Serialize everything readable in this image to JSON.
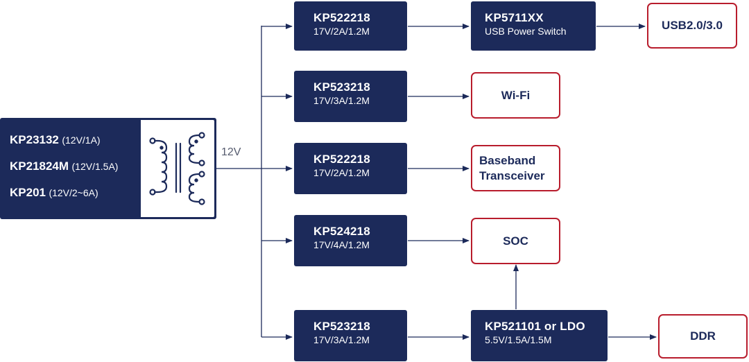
{
  "source": {
    "items": [
      {
        "name": "KP23132",
        "params": "(12V/1A)"
      },
      {
        "name": "KP21824M",
        "params": "(12V/1.5A)"
      },
      {
        "name": "KP201",
        "params": "(12V/2~6A)"
      }
    ]
  },
  "bus_label": "12V",
  "converters": [
    {
      "name": "KP522218",
      "spec": "17V/2A/1.2M"
    },
    {
      "name": "KP523218",
      "spec": "17V/3A/1.2M"
    },
    {
      "name": "KP522218",
      "spec": "17V/2A/1.2M"
    },
    {
      "name": "KP524218",
      "spec": "17V/4A/1.2M"
    },
    {
      "name": "KP523218",
      "spec": "17V/3A/1.2M"
    }
  ],
  "switches": [
    {
      "name": "KP5711XX",
      "spec": "USB Power Switch"
    },
    {
      "name": "KP521101 or LDO",
      "spec": "5.5V/1.5A/1.5M"
    }
  ],
  "loads": {
    "usb": "USB2.0/3.0",
    "wifi": "Wi-Fi",
    "baseband_l1": "Baseband",
    "baseband_l2": "Transceiver",
    "soc": "SOC",
    "ddr": "DDR"
  },
  "colors": {
    "navy": "#1c2a5a",
    "red": "#b81c2c",
    "wire": "#1c2a5a"
  }
}
